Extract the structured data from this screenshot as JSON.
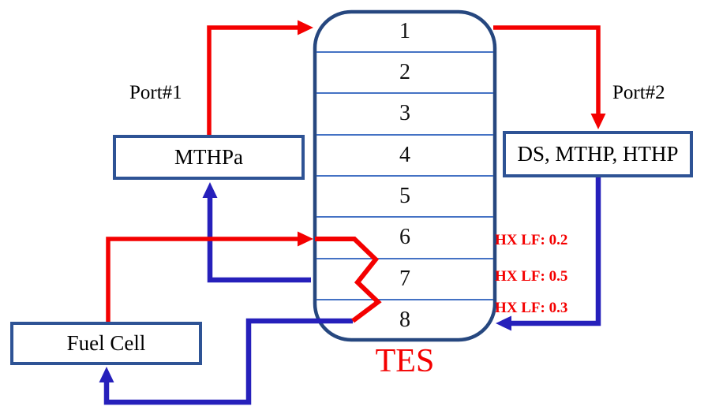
{
  "diagram": {
    "title": "TES",
    "tank_segments": [
      "1",
      "2",
      "3",
      "4",
      "5",
      "6",
      "7",
      "8"
    ],
    "nodes": {
      "mthpa": {
        "label": "MTHPa"
      },
      "fuel_cell": {
        "label": "Fuel Cell"
      },
      "ds_mthp_hthp": {
        "label": "DS, MTHP, HTHP"
      }
    },
    "ports": {
      "port1": "Port#1",
      "port2": "Port#2"
    },
    "hx_load_fractions": [
      "HX LF: 0.2",
      "HX LF: 0.5",
      "HX LF: 0.3"
    ],
    "colors": {
      "hot_line": "#f40000",
      "cold_line": "#2620bb",
      "tank_wall": "#26477f",
      "tank_divider": "#4472c4",
      "box_border": "#2e5395",
      "red_label": "#f40000",
      "text": "#000000"
    }
  }
}
